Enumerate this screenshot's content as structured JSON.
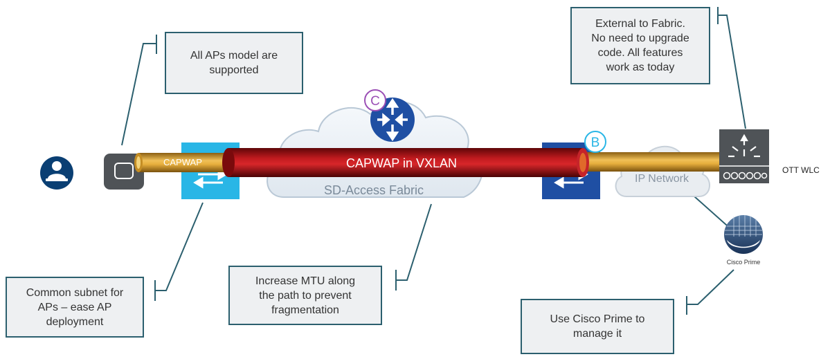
{
  "callouts": {
    "aps_supported": "All APs model are\nsupported",
    "external_fabric": "External to Fabric.\nNo need to upgrade\ncode. All features\nwork as today",
    "common_subnet": "Common subnet for\nAPs – ease AP\ndeployment",
    "increase_mtu": "Increase MTU along\nthe path to prevent\nfragmentation",
    "cisco_prime_manage": "Use Cisco Prime to\nmanage it"
  },
  "tunnels": {
    "capwap": "CAPWAP",
    "capwap_in_vxlan": "CAPWAP in VXLAN"
  },
  "clouds": {
    "fabric": "SD-Access Fabric",
    "ip_network": "IP Network"
  },
  "badges": {
    "control_plane": "C",
    "border": "B"
  },
  "devices": {
    "wlc": "OTT WLC",
    "prime": "Cisco Prime"
  },
  "colors": {
    "callout_border": "#2b5f6e",
    "callout_fill": "#eef0f2",
    "edge_switch": "#29b6e6",
    "border_switch": "#1f4fa3",
    "control_node": "#1f4fa3",
    "badge_purple": "#9b4fb5",
    "badge_cyan": "#29b6e6",
    "tunnel_red": "#a50e12",
    "tunnel_gold": "#d9a532",
    "user_icon": "#0a3f73"
  }
}
